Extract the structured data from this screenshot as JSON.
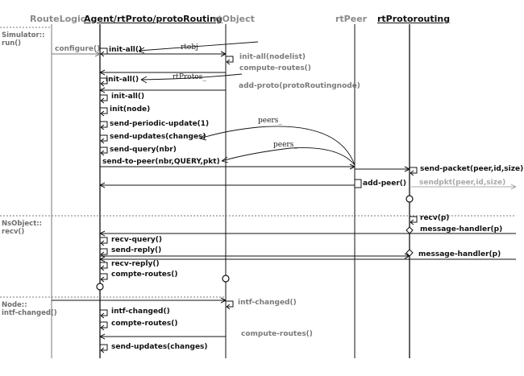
{
  "colors": {
    "ink": "#111111",
    "gray": "#7a7a7a",
    "light": "#a8a8a8"
  },
  "headers": {
    "route_logic": "RouteLogic",
    "agent": "Agent/rtProto/protoRouting",
    "rtobject": "rtObject",
    "rtpeer": "rtPeer",
    "rtprotorouting": "rtProtorouting"
  },
  "contexts": {
    "simulator": "Simulator::\nrun()",
    "nsobject": "NsObject::\nrecv()",
    "node": "Node::\nintf-changed()"
  },
  "messages": {
    "configure": "configure()",
    "init_all_1": "init-all()",
    "init_all_nodelist": "init-all(nodelist)",
    "compute_routes_1": "compute-routes()",
    "init_all_2": "init-all()",
    "add_proto": "add-proto(protoRoutingnode)",
    "init_all_3": "init-all()",
    "init_node": "init(node)",
    "send_periodic": "send-periodic-update(1)",
    "send_updates_1": "send-updates(changes)",
    "send_query": "send-query(nbr)",
    "send_to_peer": "send-to-peer(nbr,QUERY,pkt)",
    "send_packet": "send-packet(peer,id,size)",
    "add_peer": "add-peer()",
    "sendpkt": "sendpkt(peer,id,size)",
    "recv": "recv(p)",
    "message_handler_1": "message-handler(p)",
    "recv_query": "recv-query()",
    "send_reply": "send-reply()",
    "message_handler_2": "message-handler(p)",
    "recv_reply": "recv-reply()",
    "compte_routes_1": "compte-routes()",
    "intf_changed_1": "intf-changed()",
    "intf_changed_2": "intf-changed()",
    "compte_routes_2": "compte-routes()",
    "compute_routes_2": "compute-routes()",
    "send_updates_2": "send-updates(changes)"
  },
  "annotations": {
    "rtobj": "rtobj",
    "rtprotos": "rtProtos_",
    "peers_1": "peers_",
    "peers_2": "peers_"
  }
}
